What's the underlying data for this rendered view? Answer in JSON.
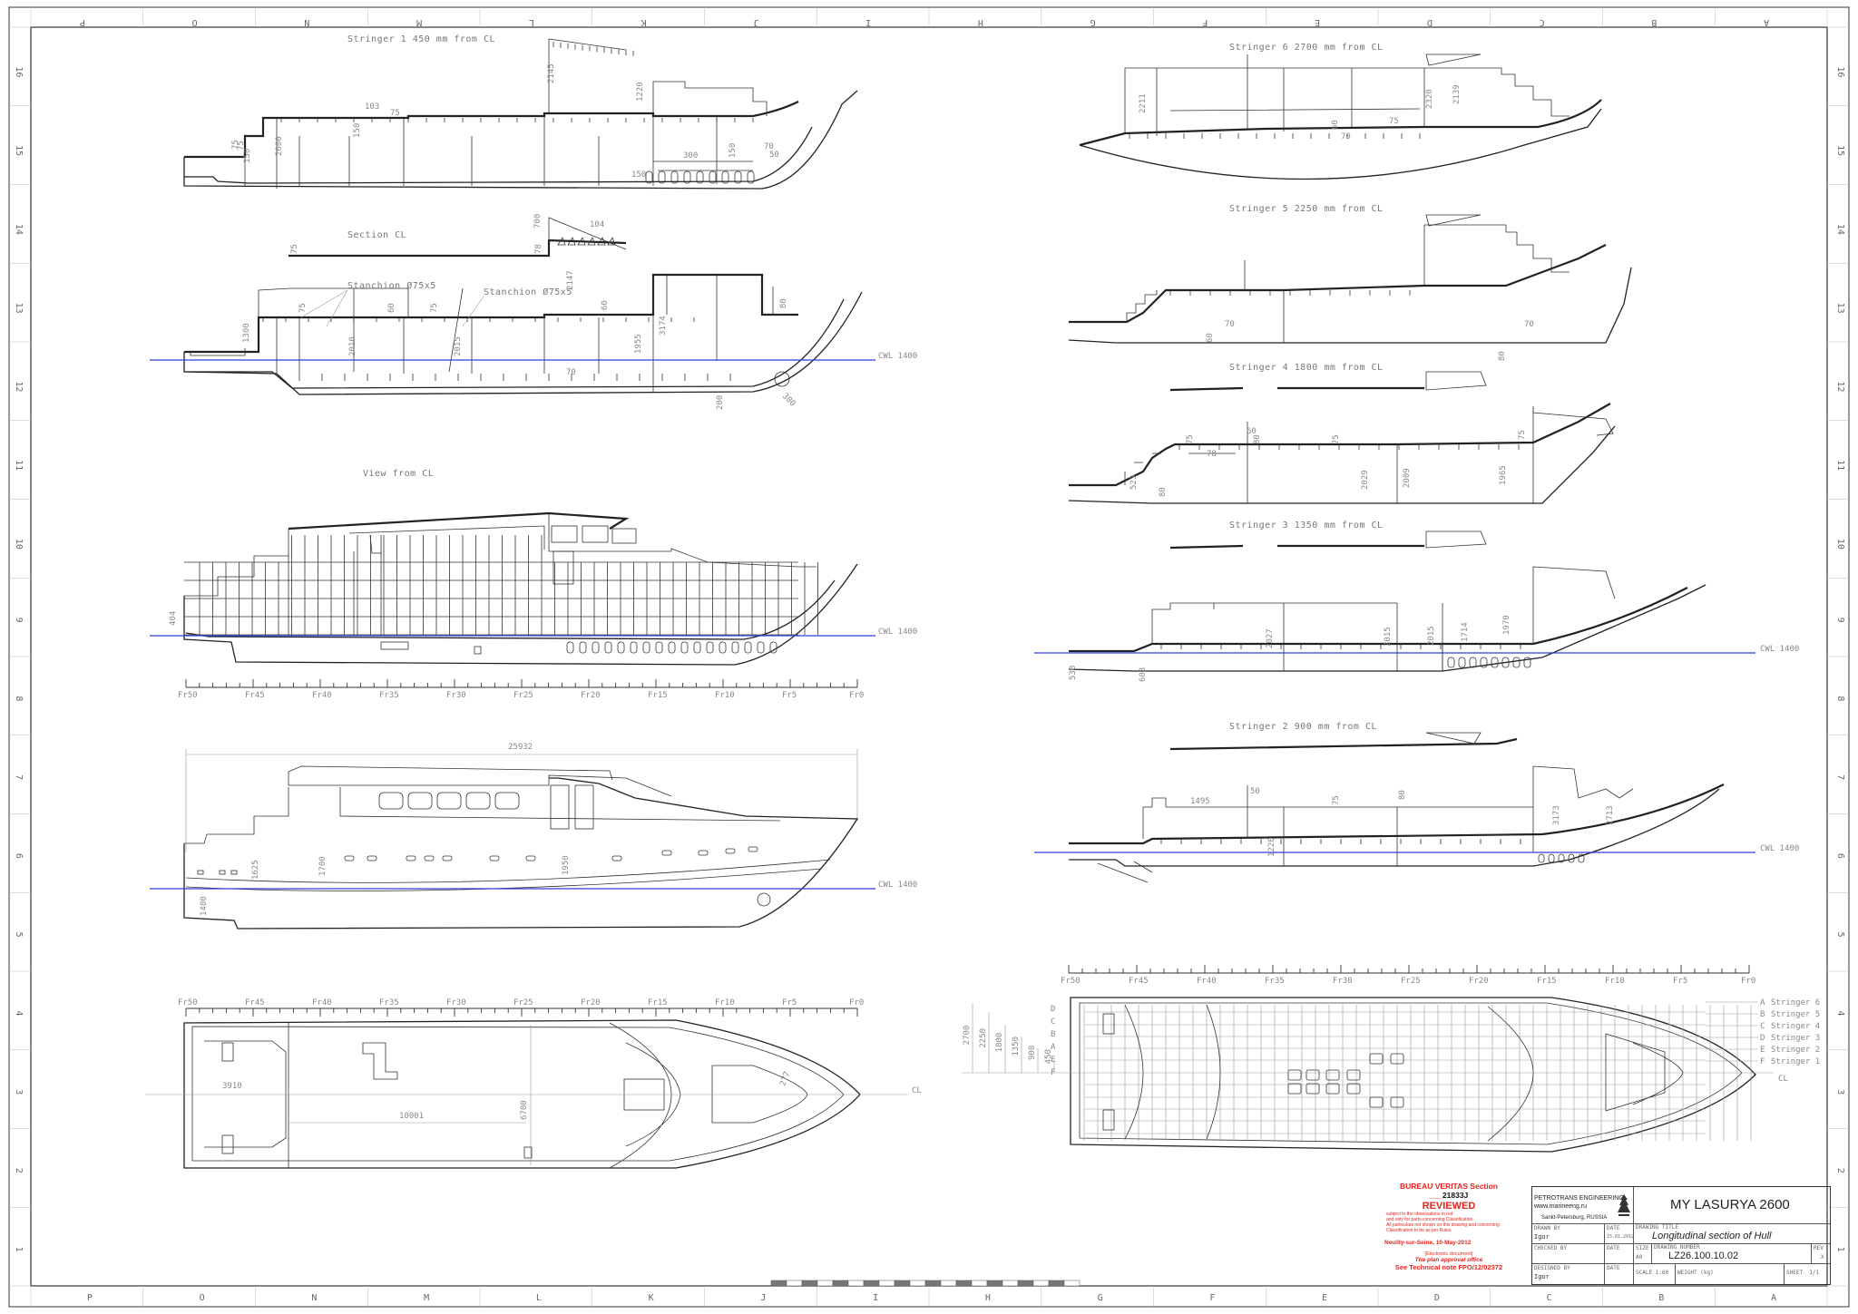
{
  "drawing": {
    "column_letters": [
      "P",
      "O",
      "N",
      "M",
      "L",
      "K",
      "J",
      "I",
      "H",
      "G",
      "F",
      "E",
      "D",
      "C",
      "B",
      "A"
    ],
    "row_numbers": [
      "16",
      "15",
      "14",
      "13",
      "12",
      "11",
      "10",
      "9",
      "8",
      "7",
      "6",
      "5",
      "4",
      "3",
      "2",
      "1"
    ],
    "cwl_label": "CWL 1400",
    "cl_label": "CL",
    "colors": {
      "waterline": "#2e3edb",
      "stamp": "#e8231e",
      "line": "#222222"
    }
  },
  "views": {
    "stringer1": {
      "title": "Stringer 1 450 mm from CL",
      "dims": [
        "2145",
        "1220",
        "2000",
        "150",
        "103",
        "75",
        "75",
        "150",
        "300",
        "150",
        "70",
        "150",
        "50",
        "75"
      ]
    },
    "section_cl": {
      "title": "Section CL",
      "dims": [
        "700",
        "104",
        "78",
        "2147",
        "75",
        "1300",
        "75",
        "2010",
        "60",
        "2015",
        "75",
        "1955",
        "3174",
        "60",
        "80",
        "70",
        "200",
        "300"
      ],
      "stanchion1": "Stanchion Ø75x5",
      "stanchion2": "Stanchion Ø75x5"
    },
    "view_from_cl": {
      "title": "View from CL",
      "dims": [
        "404"
      ],
      "frames": [
        "Fr50",
        "Fr45",
        "Fr40",
        "Fr35",
        "Fr30",
        "Fr25",
        "Fr20",
        "Fr15",
        "Fr10",
        "Fr5",
        "Fr0"
      ]
    },
    "side_elevation": {
      "dims": [
        "25932",
        "1625",
        "1700",
        "1950",
        "1400"
      ]
    },
    "plan_view": {
      "dims": [
        "3910",
        "10001",
        "6700",
        "277"
      ],
      "frames": [
        "Fr50",
        "Fr45",
        "Fr40",
        "Fr35",
        "Fr30",
        "Fr25",
        "Fr20",
        "Fr15",
        "Fr10",
        "Fr5",
        "Fr0"
      ]
    },
    "stringer6": {
      "title": "Stringer 6 2700 mm from CL",
      "dims": [
        "2211",
        "2320",
        "2139",
        "60",
        "75",
        "70"
      ]
    },
    "stringer5": {
      "title": "Stringer 5 2250 mm from CL",
      "dims": [
        "70",
        "60",
        "70",
        "80"
      ]
    },
    "stringer4": {
      "title": "Stringer 4 1800 mm from CL",
      "dims": [
        "60",
        "75",
        "78",
        "80",
        "75",
        "2029",
        "2009",
        "1965",
        "75",
        "523",
        "80"
      ]
    },
    "stringer3": {
      "title": "Stringer 3 1350 mm from CL",
      "dims": [
        "2027",
        "2015",
        "2015",
        "1714",
        "1970",
        "530",
        "603"
      ]
    },
    "stringer2": {
      "title": "Stringer 2 900 mm from CL",
      "dims": [
        "1495",
        "50",
        "75",
        "80",
        "3173",
        "2713",
        "1220"
      ]
    },
    "bottom_plan": {
      "frames": [
        "Fr50",
        "Fr45",
        "Fr40",
        "Fr35",
        "Fr30",
        "Fr25",
        "Fr20",
        "Fr15",
        "Fr10",
        "Fr5",
        "Fr0"
      ],
      "dims": [
        "2700",
        "2250",
        "1800",
        "1350",
        "900",
        "450"
      ],
      "letters": [
        "D",
        "C",
        "B",
        "A",
        "E",
        "F"
      ],
      "stringers": [
        "Stringer 6",
        "Stringer 5",
        "Stringer 4",
        "Stringer 3",
        "Stringer 2",
        "Stringer 1"
      ],
      "marks": [
        "A",
        "B",
        "C",
        "D",
        "E",
        "F"
      ]
    }
  },
  "stamp": {
    "line1_prefix": "BUREAU VERITAS Section",
    "line1_num": "21833J",
    "line2": "REVIEWED",
    "line3": "subject to the observations in red",
    "line4": "and only for parts concerning Classification.",
    "line5": "All particulars not shown on this drawing and concerning",
    "line6": "Classification to be as per Rules.",
    "place_date": "Neuilly-sur-Seine,  10-May-2012",
    "electronic": "[Electronic document]",
    "office": "The plan approval office",
    "note": "See Technical note FPO/12/02372"
  },
  "title_block": {
    "company": "PETROTRANS ENGINEERING",
    "website": "www.marineeng.ru",
    "city": "Sankt-Petersburg, RUSSIA",
    "project": "MY LASURYA 2600",
    "drawn_by_label": "DRAWN BY",
    "drawn_by": "Igor",
    "date_label": "DATE",
    "date_value": "15.01.2012",
    "drawing_title_label": "DRAWING TITLE",
    "drawing_title": "Longitudinal section of Hull",
    "checked_by_label": "CHECKED BY",
    "size_label": "SIZE",
    "size_value": "A0",
    "drawing_number_label": "DRAWING NUMBER",
    "drawing_number": "LZ26.100.10.02",
    "rev_label": "REV",
    "rev_value": "X",
    "designed_by_label": "DESIGNED BY",
    "designed_by": "Igor",
    "scale_label": "SCALE",
    "scale_value": "1:60",
    "weight_label": "WEIGHT (kg)",
    "sheet_label": "SHEET",
    "sheet_value": "1/1"
  }
}
